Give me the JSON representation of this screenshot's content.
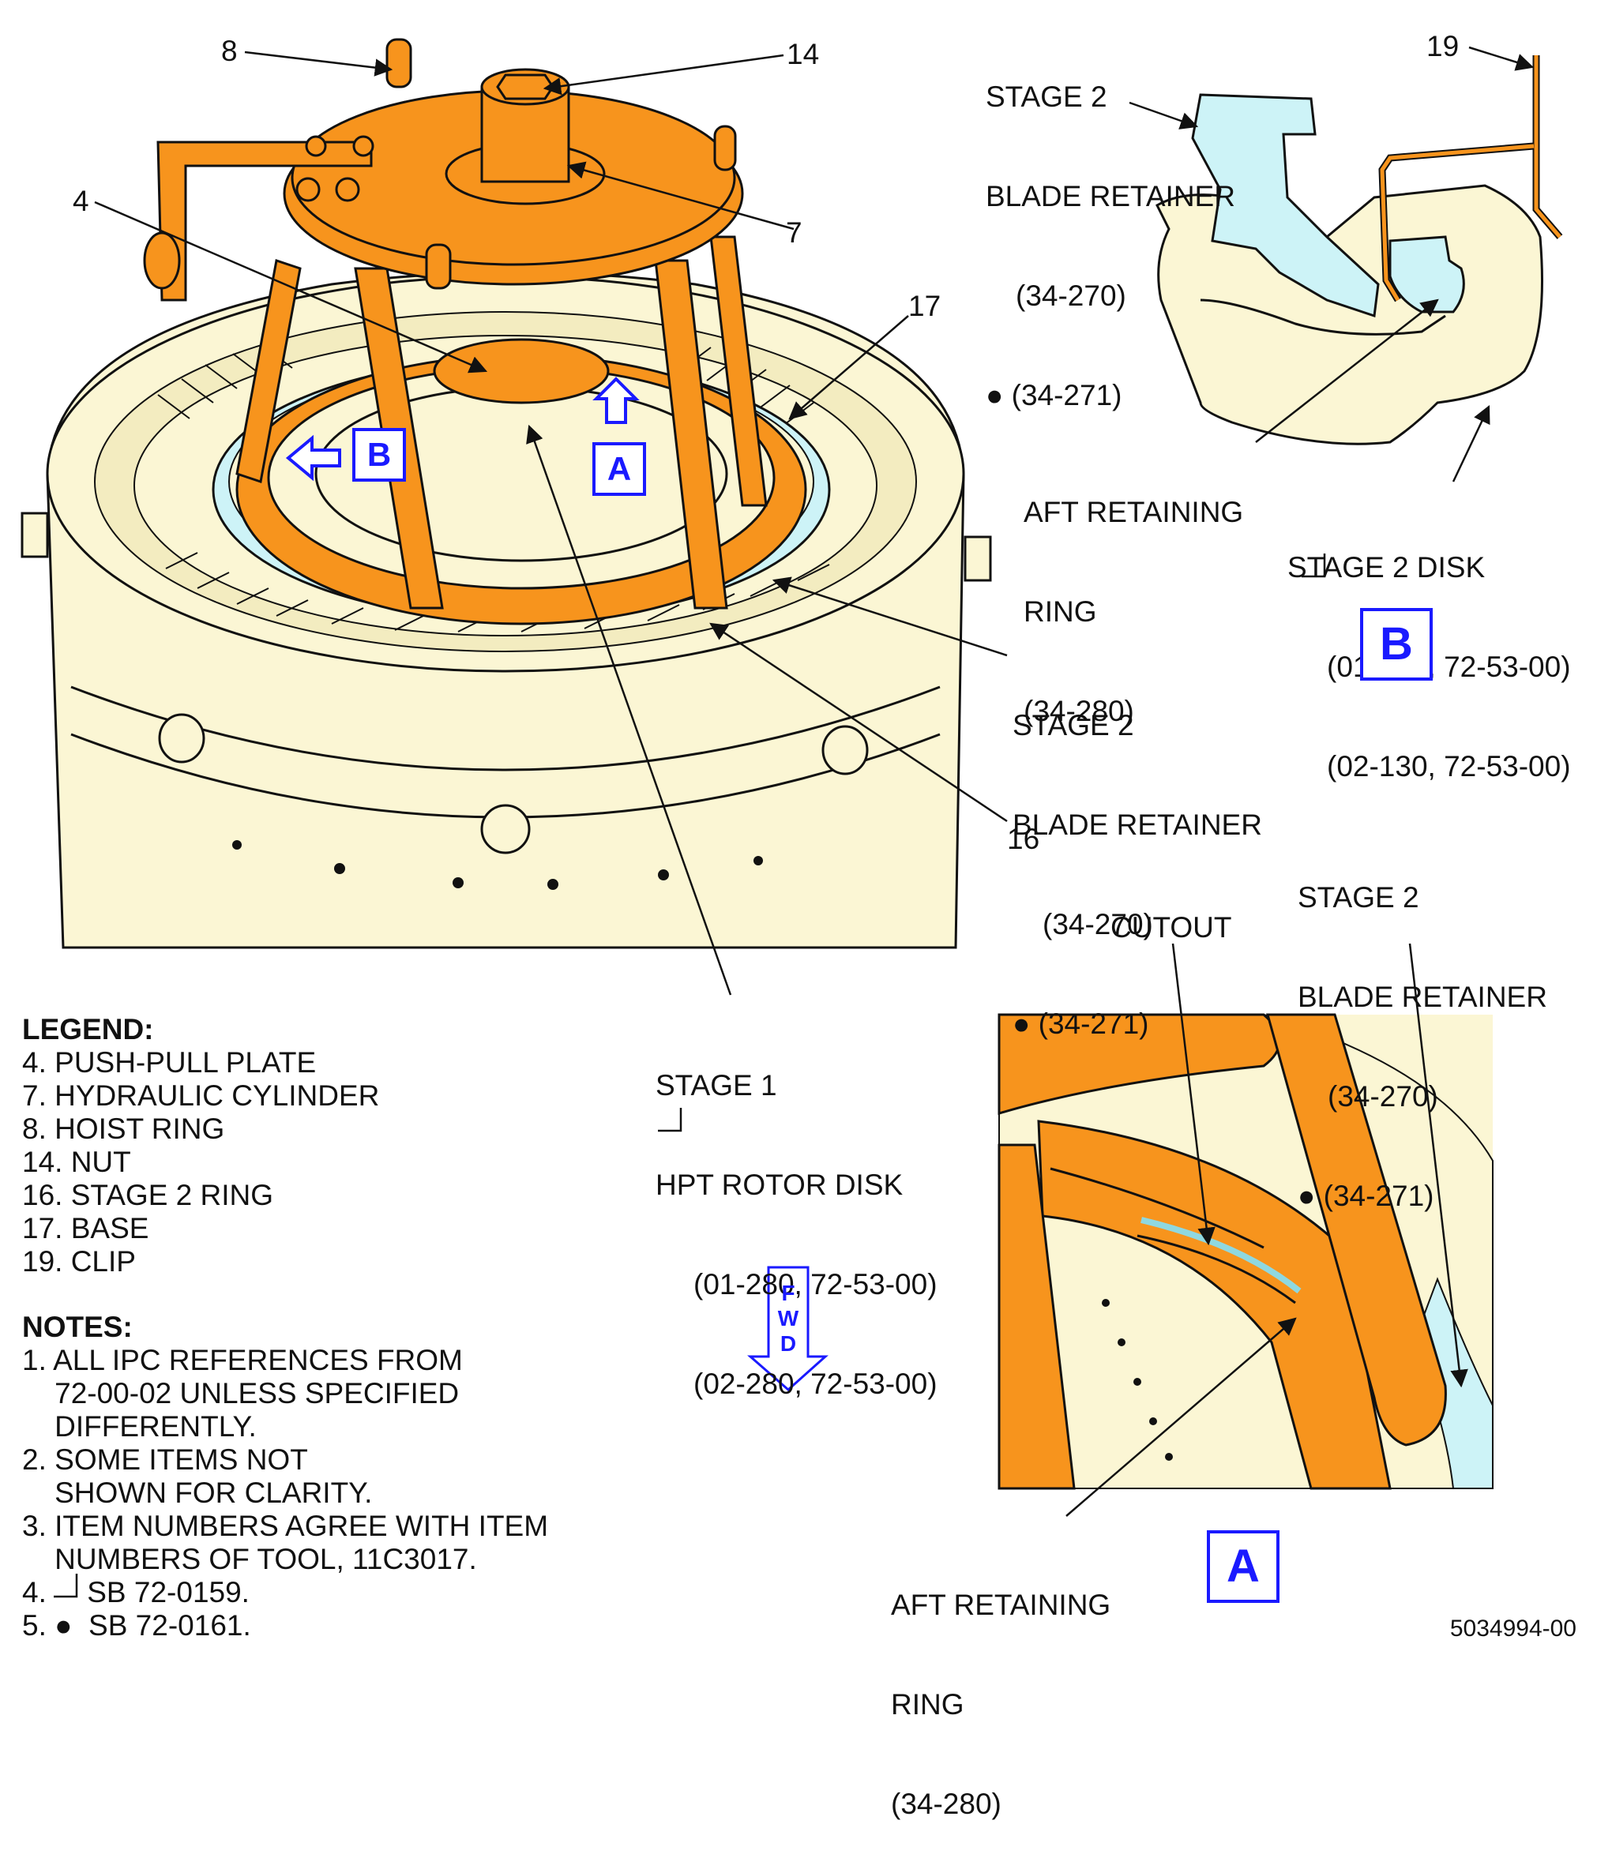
{
  "callouts": {
    "item8": "8",
    "item14": "14",
    "item4": "4",
    "item7": "7",
    "item17": "17",
    "item16": "16",
    "item19": "19",
    "stage2_retainer_main": [
      "STAGE 2",
      "BLADE RETAINER",
      "(34-270)",
      "● (34-271)"
    ],
    "stage1_disk": [
      "STAGE 1",
      "HPT ROTOR DISK",
      "(01-280, 72-53-00)",
      "(02-280, 72-53-00)"
    ],
    "detailB_retainer": [
      "STAGE 2",
      "BLADE RETAINER",
      "(34-270)",
      "● (34-271)"
    ],
    "detailB_aft_ring": [
      "AFT RETAINING",
      "RING",
      "(34-280)"
    ],
    "detailB_disk": [
      "STAGE 2 DISK",
      "(01-130, 72-53-00)",
      "(02-130, 72-53-00)"
    ],
    "detailA_cutout": "CUTOUT",
    "detailA_retainer": [
      "STAGE 2",
      "BLADE RETAINER",
      "(34-270)",
      "● (34-271)"
    ],
    "detailA_aft_ring": [
      "AFT RETAINING",
      "RING",
      "(34-280)"
    ]
  },
  "view_markers": {
    "a": "A",
    "b": "B"
  },
  "fwd_marker": [
    "F",
    "W",
    "D"
  ],
  "legend": {
    "heading": "LEGEND:",
    "items": [
      "4. PUSH-PULL PLATE",
      "7. HYDRAULIC CYLINDER",
      "8. HOIST RING",
      "14. NUT",
      "16. STAGE 2 RING",
      "17. BASE",
      "19. CLIP"
    ]
  },
  "notes": {
    "heading": "NOTES:",
    "items": [
      "1. ALL IPC REFERENCES FROM",
      "    72-00-02 UNLESS SPECIFIED",
      "    DIFFERENTLY.",
      "2. SOME ITEMS NOT",
      "    SHOWN FOR CLARITY.",
      "3. ITEM NUMBERS AGREE WITH ITEM",
      "    NUMBERS OF TOOL, 11C3017.",
      "4.     SB 72-0159.",
      "5. ●  SB 72-0161."
    ]
  },
  "drawing_number": "5034994-00",
  "colors": {
    "tool_orange": "#f7941d",
    "engine_cream": "#fbf6d4",
    "retainer_blue": "#cdf3f7",
    "marker_blue": "#1a1aff",
    "line": "#111111"
  }
}
